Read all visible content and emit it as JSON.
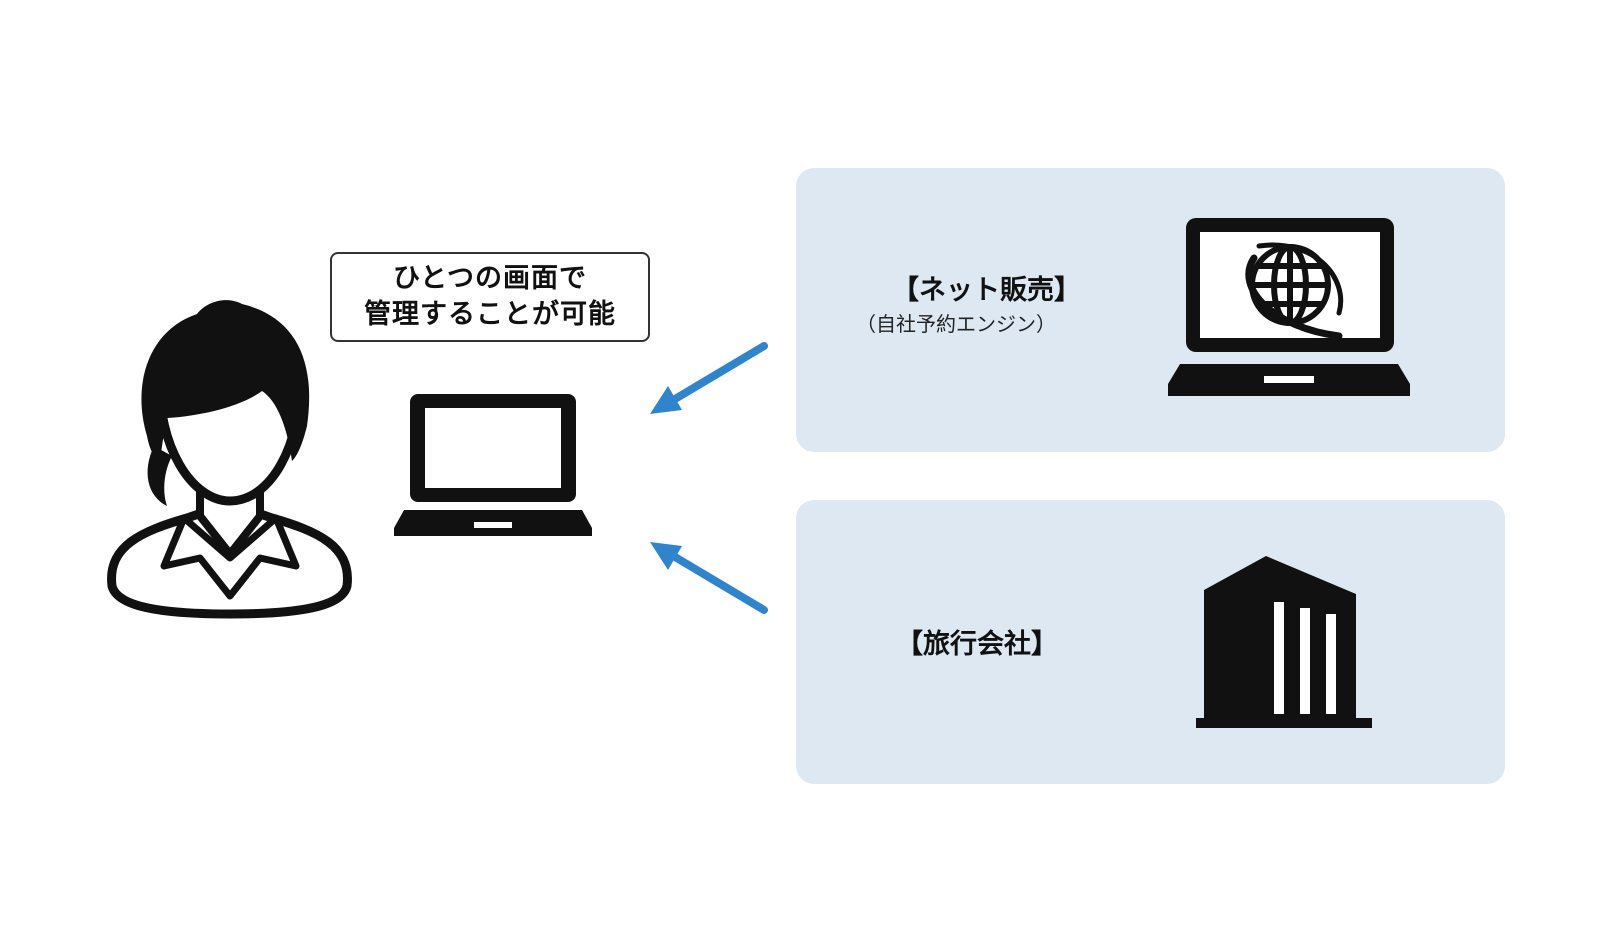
{
  "callout": {
    "line1": "ひとつの画面で",
    "line2": "管理することが可能"
  },
  "sources": [
    {
      "title": "【ネット販売】",
      "subtitle": "（自社予約エンジン）",
      "icon": "laptop-globe-icon"
    },
    {
      "title": "【旅行会社】",
      "subtitle": "",
      "icon": "building-icon"
    }
  ],
  "icons": {
    "user": "person-icon",
    "center_device": "laptop-icon"
  },
  "colors": {
    "arrow": "#2f84cc",
    "panel": "#dde8f3",
    "ink": "#111111"
  }
}
